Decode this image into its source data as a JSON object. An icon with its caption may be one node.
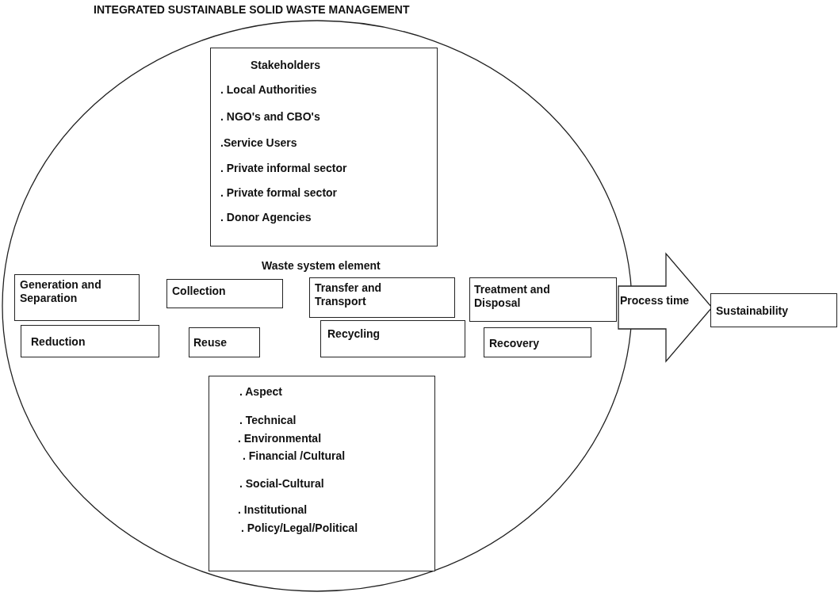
{
  "diagram": {
    "title": "INTEGRATED  SUSTAINABLE SOLID WASTE MANAGEMENT",
    "nodes": [
      {
        "text": [],
        "shape": "circle"
      },
      {
        "text": [
          "Stakeholders",
          ". Local Authorities",
          ". NGO's and CBO's",
          ".Service Users",
          ". Private informal sector",
          ". Private formal sector",
          ". Donor Agencies"
        ],
        "in": 0
      },
      {
        "text": [
          "Generation and Separation"
        ],
        "in": 0
      },
      {
        "text": [
          "Collection"
        ],
        "in": 0
      },
      {
        "text": [
          "Transfer and Transport"
        ],
        "in": 0
      },
      {
        "text": [
          "Treatment and Disposal"
        ],
        "in": 0
      },
      {
        "text": [
          "Reduction"
        ],
        "in": 0
      },
      {
        "text": [
          "Reuse"
        ],
        "in": 0
      },
      {
        "text": [
          "Recycling"
        ],
        "in": 0
      },
      {
        "text": [
          "Recovery"
        ],
        "in": 0
      },
      {
        "text": [
          ". Aspect",
          ". Technical",
          ". Environmental",
          ". Financial /Cultural",
          ". Social-Cultural",
          ". Institutional",
          ". Policy/Legal/Political"
        ],
        "in": 0
      },
      {
        "text": [
          "Sustainability"
        ]
      }
    ],
    "edges": [
      {
        "from": 0,
        "to": 11,
        "arrow": "to",
        "label": "Process time",
        "style": "thick"
      }
    ],
    "labels": [
      "Waste system element"
    ]
  }
}
